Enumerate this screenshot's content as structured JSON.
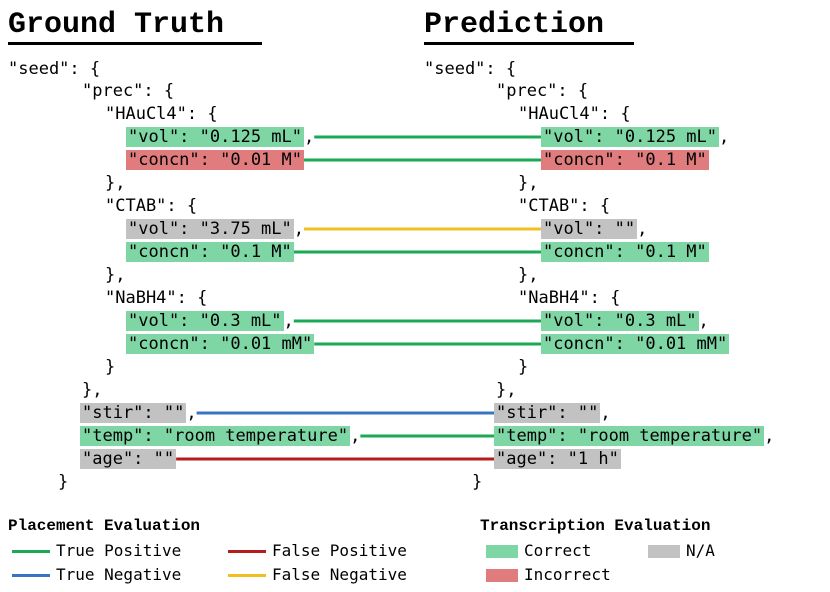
{
  "titles": {
    "left": "Ground Truth",
    "right": "Prediction"
  },
  "colors": {
    "true_positive": "#1aaa55",
    "true_negative": "#3a73c4",
    "false_positive": "#b51c1c",
    "false_negative": "#f0c020",
    "correct": "#7fd6a5",
    "incorrect": "#e07b7e",
    "na": "#c2c2c2"
  },
  "ground_truth": {
    "l0": "\"seed\": {",
    "l1": "\"prec\": {",
    "l2": "\"HAuCl4\": {",
    "l3": "\"vol\": \"0.125 mL\"",
    "l3s": ",",
    "l4": "\"concn\": \"0.01 M\"",
    "l5": "},",
    "l6": "\"CTAB\": {",
    "l7": "\"vol\": \"3.75 mL\"",
    "l7s": ",",
    "l8": "\"concn\": \"0.1 M\"",
    "l9": "},",
    "l10": "\"NaBH4\": {",
    "l11": "\"vol\": \"0.3 mL\"",
    "l11s": ",",
    "l12": "\"concn\": \"0.01 mM\"",
    "l13": "}",
    "l14": "},",
    "l15": "\"stir\": \"\"",
    "l15s": ",",
    "l16": "\"temp\": \"room temperature\"",
    "l16s": ",",
    "l17": "\"age\": \"\"",
    "l18": "}"
  },
  "prediction": {
    "l0": "\"seed\": {",
    "l1": "\"prec\": {",
    "l2": "\"HAuCl4\": {",
    "l3": "\"vol\": \"0.125 mL\"",
    "l3s": ",",
    "l4": "\"concn\": \"0.1 M\"",
    "l5": "},",
    "l6": "\"CTAB\": {",
    "l7": "\"vol\": \"\"",
    "l7s": ",",
    "l8": "\"concn\": \"0.1 M\"",
    "l9": "},",
    "l10": "\"NaBH4\": {",
    "l11": "\"vol\": \"0.3 mL\"",
    "l11s": ",",
    "l12": "\"concn\": \"0.01 mM\"",
    "l13": "}",
    "l14": "},",
    "l15": "\"stir\": \"\"",
    "l15s": ",",
    "l16": "\"temp\": \"room temperature\"",
    "l16s": ",",
    "l17": "\"age\": \"1 h\"",
    "l18": "}"
  },
  "connections": [
    {
      "row": 3,
      "type": "true_positive"
    },
    {
      "row": 4,
      "type": "true_positive"
    },
    {
      "row": 7,
      "type": "false_negative"
    },
    {
      "row": 8,
      "type": "true_positive"
    },
    {
      "row": 11,
      "type": "true_positive"
    },
    {
      "row": 12,
      "type": "true_positive"
    },
    {
      "row": 15,
      "type": "true_negative"
    },
    {
      "row": 16,
      "type": "true_positive"
    },
    {
      "row": 17,
      "type": "false_positive"
    }
  ],
  "legend": {
    "placement_title": "Placement Evaluation",
    "true_positive": "True Positive",
    "false_positive": "False Positive",
    "true_negative": "True Negative",
    "false_negative": "False Negative",
    "transcription_title": "Transcription Evaluation",
    "correct": "Correct",
    "na": "N/A",
    "incorrect": "Incorrect"
  }
}
